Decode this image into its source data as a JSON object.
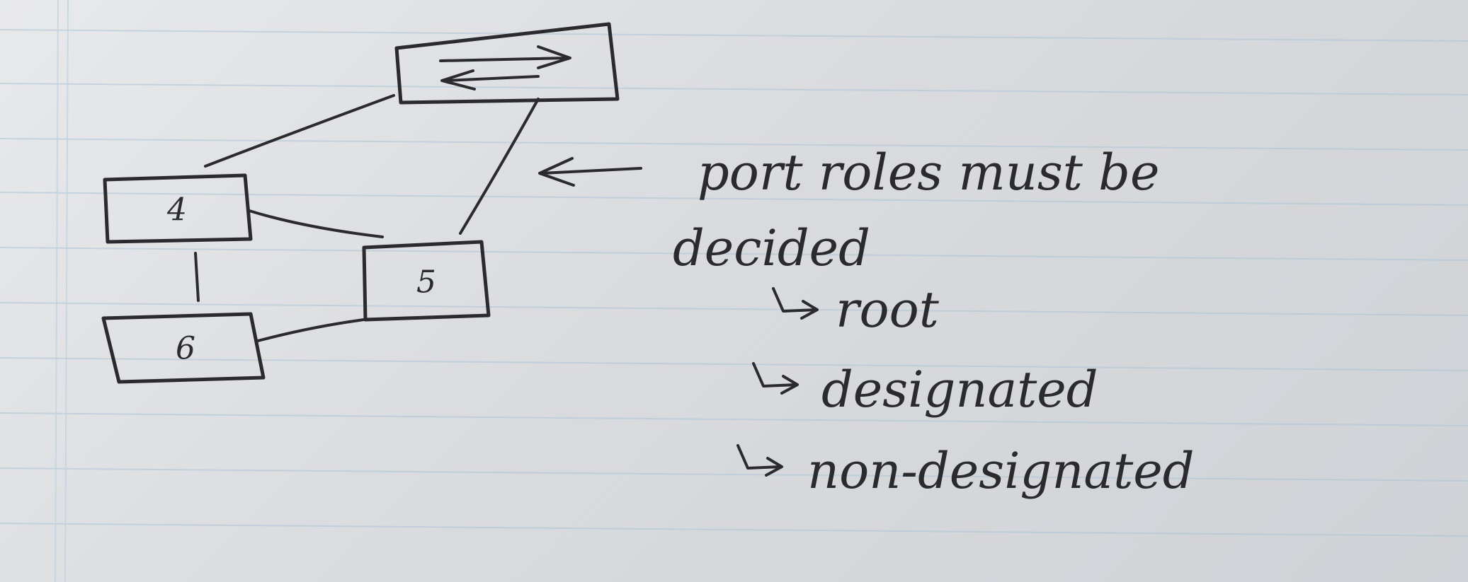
{
  "diagram": {
    "nodes": [
      {
        "id": "top",
        "label": ""
      },
      {
        "id": "n4",
        "label": "4"
      },
      {
        "id": "n5",
        "label": "5"
      },
      {
        "id": "n6",
        "label": "6"
      }
    ],
    "edges": [
      [
        "n4",
        "top"
      ],
      [
        "n5",
        "top"
      ],
      [
        "n4",
        "n5"
      ],
      [
        "n4",
        "n6"
      ],
      [
        "n6",
        "n5"
      ]
    ]
  },
  "note": {
    "line1": "port roles must be",
    "line2": "decided",
    "items": [
      "root",
      "designated",
      "non-designated"
    ]
  },
  "colors": {
    "ink": "#2b2b2d",
    "rule_line": "#a9c6d8",
    "margin_line": "#bcd3e2"
  }
}
